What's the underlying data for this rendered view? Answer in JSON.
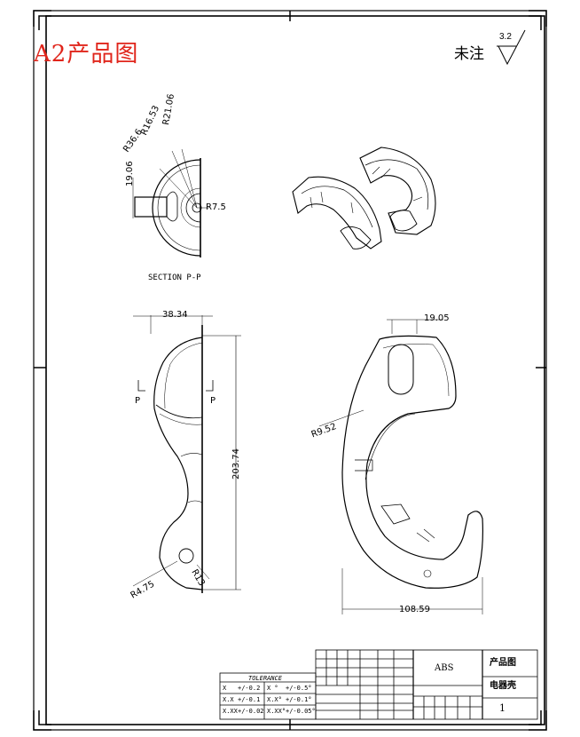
{
  "title": "A2产品图",
  "note": {
    "text": "未注",
    "roughness": "3.2"
  },
  "section": {
    "label": "SECTION P-P",
    "cut_mark": "P"
  },
  "dimensions": {
    "r21": "R21.06",
    "r16": "R16.53",
    "r36": "R36.6",
    "h19": "19.06",
    "r7": "R7.5",
    "w38": "38.34",
    "h203": "203.74",
    "r4": "R4.75",
    "r13": "R13",
    "w19": "19.05",
    "r9": "R9.52",
    "w108": "108.59"
  },
  "tolerance": {
    "header": "TOLERANCE",
    "rows": [
      [
        "X",
        "+/-0.2",
        "X °",
        "+/-0.5°"
      ],
      [
        "X.X",
        "+/-0.1",
        "X.X°",
        "+/-0.1°"
      ],
      [
        "X.XX",
        "+/-0.02",
        "X.XX°",
        "+/-0.05°"
      ]
    ]
  },
  "titleblock": {
    "material": "ABS",
    "drawing_type": "产品图",
    "part_name": "电器壳",
    "sheet": "1"
  }
}
